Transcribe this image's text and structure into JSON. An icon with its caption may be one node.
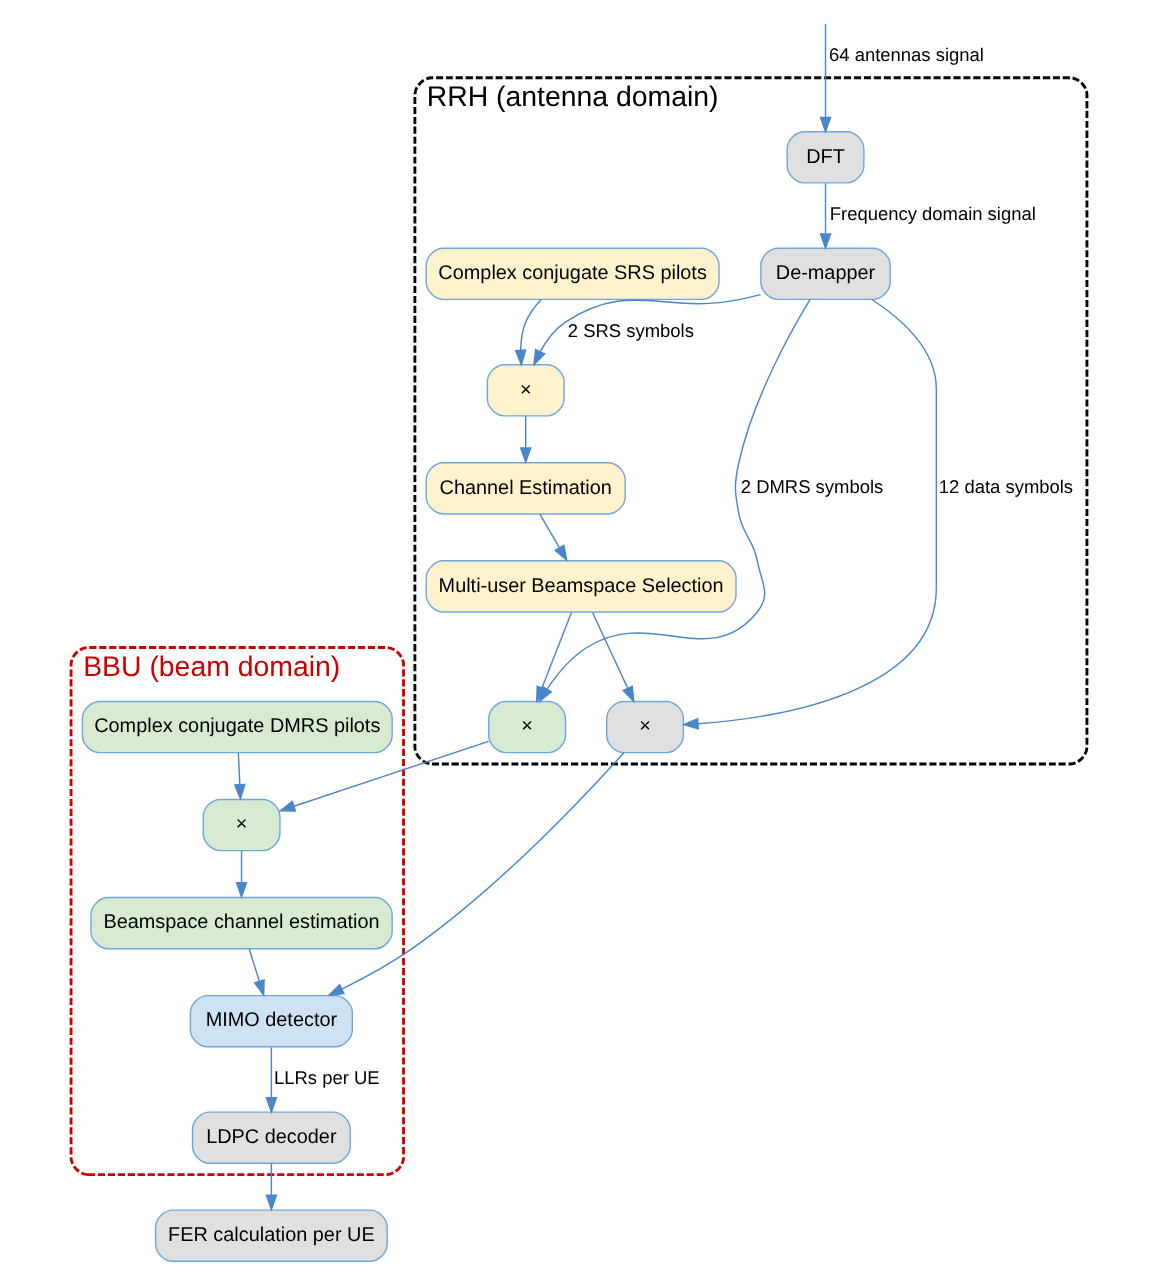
{
  "diagram": {
    "nodes": [
      {
        "text": [
          "RRH (antenna domain)"
        ]
      },
      {
        "text": [
          "BBU (beam domain)"
        ]
      },
      {
        "text": [
          "×"
        ],
        "in": 0
      },
      {
        "text": [
          "Complex conjugate SRS pilots"
        ],
        "in": 0
      },
      {
        "text": [
          "Multi-user Beamspace Selection"
        ],
        "in": 0
      },
      {
        "text": [
          "×"
        ],
        "in": 0
      },
      {
        "text": [
          "Channel Estimation"
        ],
        "in": 0
      },
      {
        "text": [
          "×"
        ],
        "in": 0
      },
      {
        "text": [
          "De-mapper"
        ],
        "in": 0
      },
      {
        "text": [
          "DFT"
        ],
        "in": 0
      },
      {
        "text": [
          "Complex conjugate DMRS pilots"
        ],
        "in": 1
      },
      {
        "text": [
          "×"
        ],
        "in": 1
      },
      {
        "text": [
          "Beamspace channel estimation"
        ],
        "in": 1
      },
      {
        "text": [
          "MIMO detector"
        ],
        "in": 1
      },
      {
        "text": [
          "LDPC decoder"
        ],
        "in": 1
      },
      {
        "text": [
          "FER calculation per UE"
        ]
      }
    ],
    "edges": [
      {
        "from": null,
        "to": 9,
        "arrow": "to",
        "label": "64 antennas signal"
      },
      {
        "from": 9,
        "to": 8,
        "arrow": "to",
        "label": "Frequency domain signal"
      },
      {
        "from": 8,
        "to": 2,
        "arrow": "to",
        "label": "2 DMRS symbols"
      },
      {
        "from": 8,
        "to": 5,
        "arrow": "to",
        "label": "2 SRS symbols"
      },
      {
        "from": 8,
        "to": 7,
        "arrow": "to",
        "label": "12 data symbols"
      },
      {
        "from": 3,
        "to": 5,
        "arrow": "to"
      },
      {
        "from": 5,
        "to": 6,
        "arrow": "to"
      },
      {
        "from": 6,
        "to": 4,
        "arrow": "to"
      },
      {
        "from": 4,
        "to": 2,
        "arrow": "to"
      },
      {
        "from": 4,
        "to": 7,
        "arrow": "to"
      },
      {
        "from": 2,
        "to": 11,
        "arrow": "to"
      },
      {
        "from": 10,
        "to": 11,
        "arrow": "to"
      },
      {
        "from": 11,
        "to": 12,
        "arrow": "to"
      },
      {
        "from": 12,
        "to": 13,
        "arrow": "to"
      },
      {
        "from": 7,
        "to": 13,
        "arrow": "to"
      },
      {
        "from": 13,
        "to": 14,
        "arrow": "to",
        "label": "LLRs per UE"
      },
      {
        "from": 14,
        "to": 15,
        "arrow": "to"
      }
    ]
  }
}
